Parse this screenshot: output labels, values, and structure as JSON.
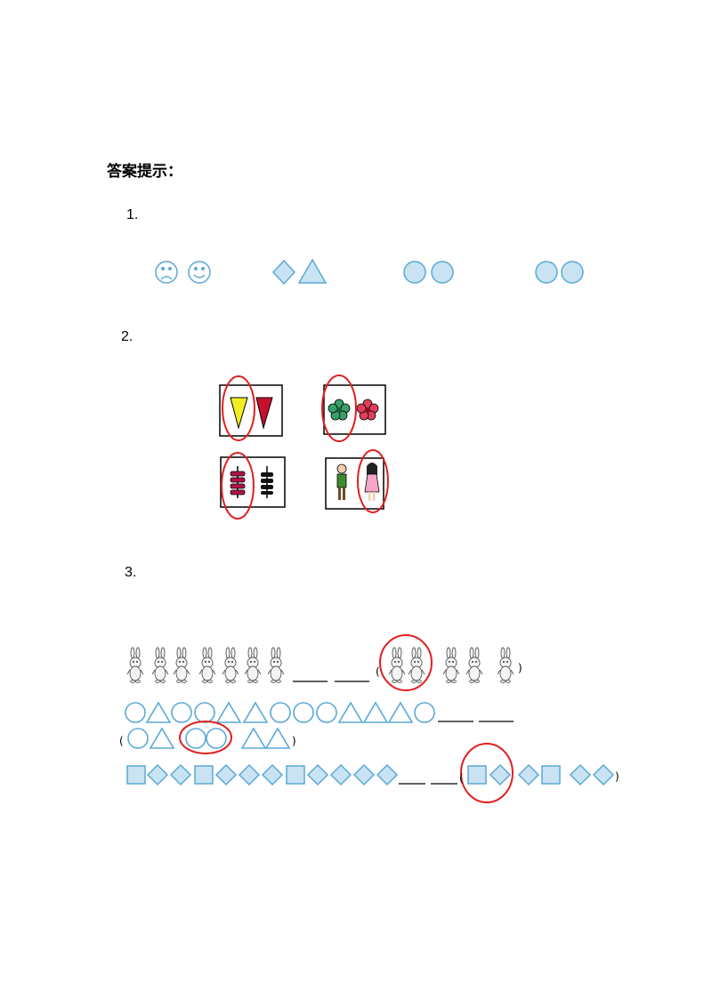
{
  "page": {
    "heading": "答案提示："
  },
  "questions": [
    {
      "number": "1."
    },
    {
      "number": "2."
    },
    {
      "number": "3."
    }
  ],
  "q3": {
    "blank": "____",
    "paren_open": "(",
    "paren_close": ")"
  },
  "colors": {
    "shape_stroke": "#5aa9d6",
    "shape_fill": "#c9e3f3",
    "circle_mark": "#e02020",
    "yellow": "#f2ee22",
    "red": "#c8102e",
    "green": "#3aa06a",
    "pink_flower": "#e0405a"
  },
  "icons": {
    "q1": [
      "sad-face-icon",
      "smile-face-icon",
      "diamond-icon",
      "triangle-icon",
      "circle-icon",
      "circle-icon",
      "circle-icon",
      "circle-icon"
    ],
    "q2": [
      "yellow-cone-icon",
      "red-cone-icon",
      "green-flower-icon",
      "red-flower-icon",
      "pink-lantern-icon",
      "black-lantern-icon",
      "boy-icon",
      "girl-icon"
    ],
    "q3_row1": "rabbit-icon",
    "q3_row2": [
      "circle-icon",
      "triangle-icon"
    ],
    "q3_row3": [
      "square-icon",
      "diamond-icon"
    ]
  }
}
